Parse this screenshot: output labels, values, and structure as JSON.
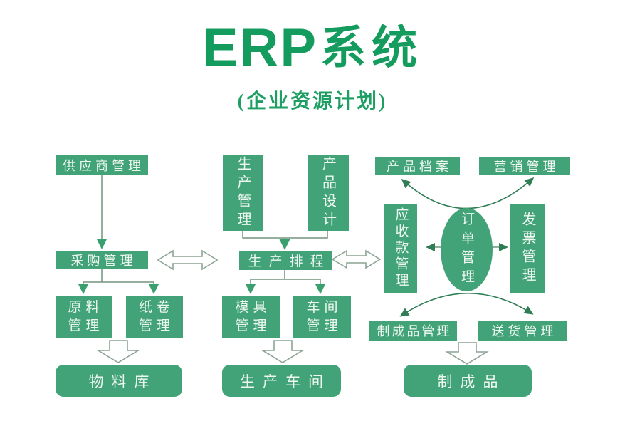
{
  "header": {
    "title_en": "ERP",
    "title_cn": "系统",
    "subtitle": "(企业资源计划)"
  },
  "nodes": {
    "supplier": {
      "label": "供应商管理"
    },
    "purchasing": {
      "label": "采购管理"
    },
    "raw_material": {
      "lines": [
        "原料",
        "管理"
      ]
    },
    "paper_roll": {
      "lines": [
        "纸卷",
        "管理"
      ]
    },
    "material_warehouse": {
      "label": "物料库"
    },
    "production_mgmt": {
      "label": "生产管理"
    },
    "product_design": {
      "label": "产品设计"
    },
    "production_scheduling": {
      "label": "生产排程"
    },
    "mold_mgmt": {
      "lines": [
        "模具",
        "管理"
      ]
    },
    "workshop_mgmt": {
      "lines": [
        "车间",
        "管理"
      ]
    },
    "production_workshop": {
      "label": "生产车间"
    },
    "product_archive": {
      "label": "产品档案"
    },
    "marketing_mgmt": {
      "label": "营销管理"
    },
    "receivables_mgmt": {
      "label": "应收款管理"
    },
    "order_mgmt": {
      "label": "订单管理"
    },
    "invoice_mgmt": {
      "label": "发票管理"
    },
    "finished_goods_mgmt": {
      "label": "制成品管理"
    },
    "delivery_mgmt": {
      "label": "送货管理"
    },
    "finished_goods": {
      "label": "制成品"
    }
  },
  "colors": {
    "title_green": "#149c5e",
    "box_green": "#41a377",
    "box_text": "#edf7f0",
    "line_green": "#74937f",
    "arrow_green": "#3ba06f",
    "arrow_dark": "#2f7d55",
    "hollow_stroke": "#8ca394",
    "background": "#ffffff"
  }
}
